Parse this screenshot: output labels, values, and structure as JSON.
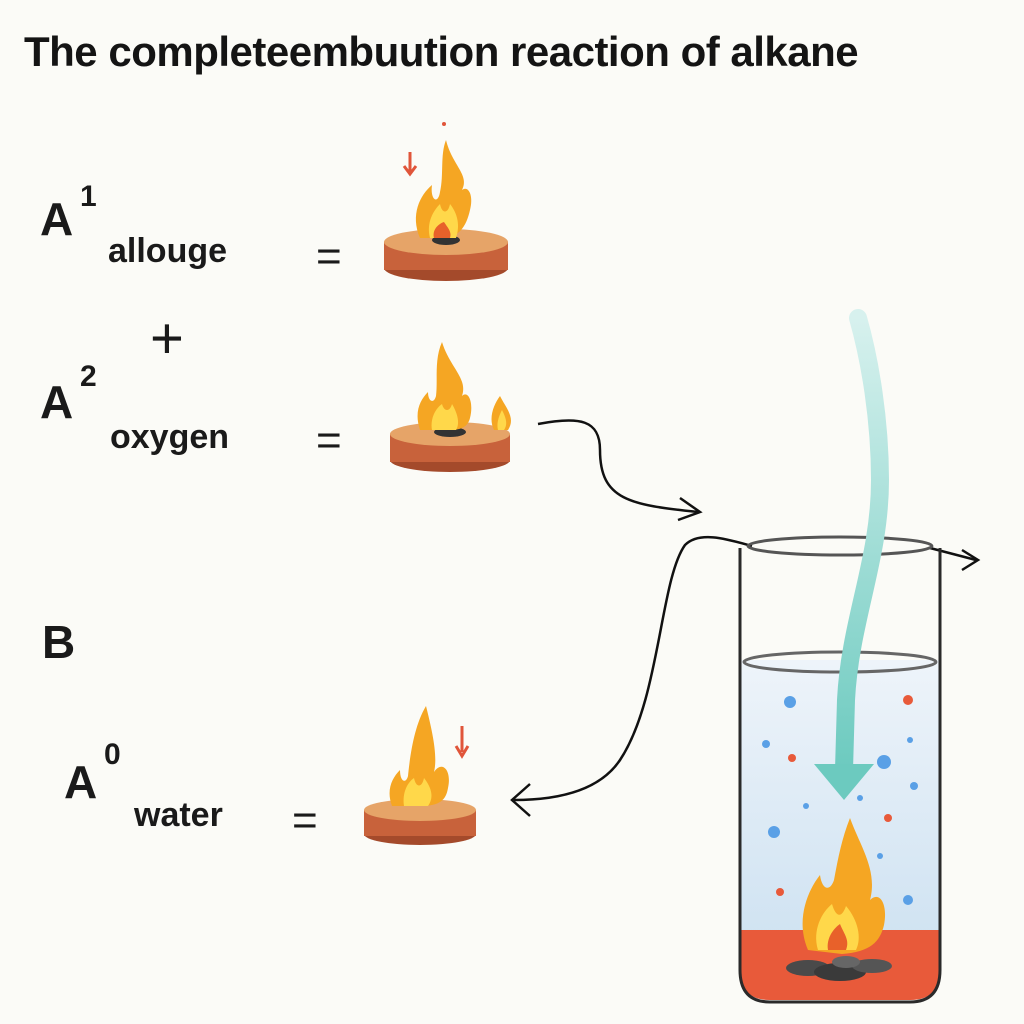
{
  "title": "The completeembuution reaction of alkane",
  "rows": [
    {
      "letter": "A",
      "superscript": "1",
      "label": "allouge",
      "equals": "="
    },
    {
      "letter": "A",
      "superscript": "2",
      "label": "oxygen",
      "equals": "="
    },
    {
      "letter": "A",
      "superscript": "0",
      "label": "water",
      "equals": "="
    }
  ],
  "plus_sign": "+",
  "section_b": "B",
  "icons": [
    "burner-flame-icon",
    "test-tube",
    "steam-arrow",
    "flame-icon",
    "coal-icon"
  ],
  "colors": {
    "flame_outer": "#f5a623",
    "flame_inner": "#ffd84a",
    "burner": "#c8623b",
    "burner_top": "#e8a86a",
    "liquid": "#dce9f5",
    "tube_bottom": "#e85a3a",
    "steam": "#7fd0c8"
  }
}
